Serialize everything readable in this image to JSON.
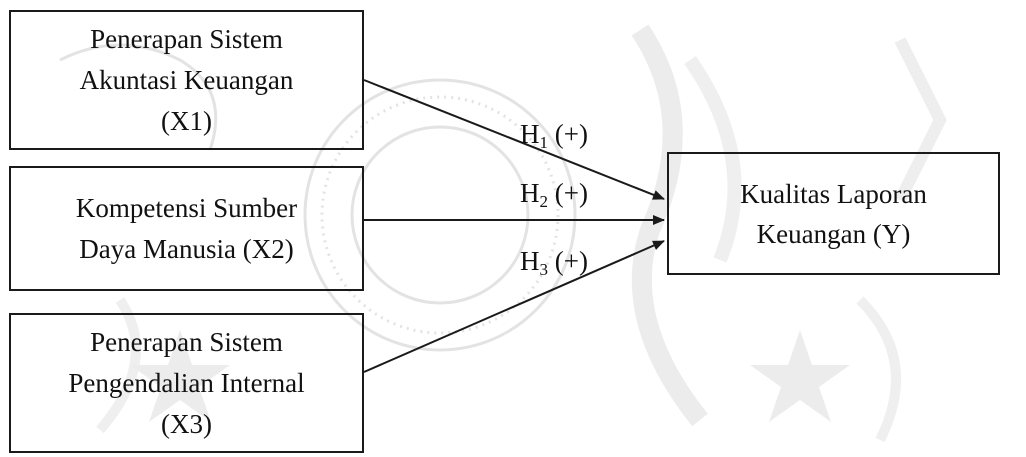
{
  "diagram": {
    "boxes": {
      "x1": "Penerapan Sistem\nAkuntasi Keuangan\n(X1)",
      "x2": "Kompetensi Sumber\nDaya Manusia (X2)",
      "x3": "Penerapan Sistem\nPengendalian Internal\n(X3)",
      "y": "Kualitas Laporan\nKeuangan (Y)"
    },
    "hypotheses": [
      {
        "letter": "H",
        "index": "1",
        "sign": " (+)"
      },
      {
        "letter": "H",
        "index": "2",
        "sign": " (+)"
      },
      {
        "letter": "H",
        "index": "3",
        "sign": " (+)"
      }
    ]
  },
  "colors": {
    "line": "#1a1a1a",
    "watermark": "#dcdcdc"
  }
}
